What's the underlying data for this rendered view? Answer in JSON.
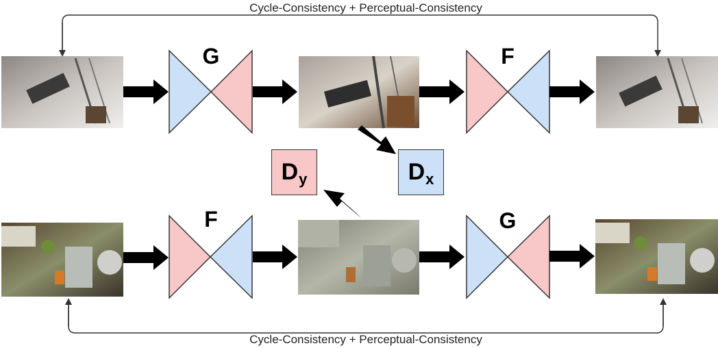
{
  "loss_labels": {
    "top": "Cycle-Consistency + Perceptual-Consistency",
    "bottom": "Cycle-Consistency + Perceptual-Consistency"
  },
  "networks": {
    "top_first": "G",
    "top_second": "F",
    "bottom_first": "F",
    "bottom_second": "G"
  },
  "discriminators": {
    "dx": {
      "main": "D",
      "sub": "x"
    },
    "dy": {
      "main": "D",
      "sub": "y"
    }
  },
  "colors": {
    "blue": "#cce0f7",
    "pink": "#f8c8c8",
    "arrow": "#000000",
    "line": "#333333"
  }
}
